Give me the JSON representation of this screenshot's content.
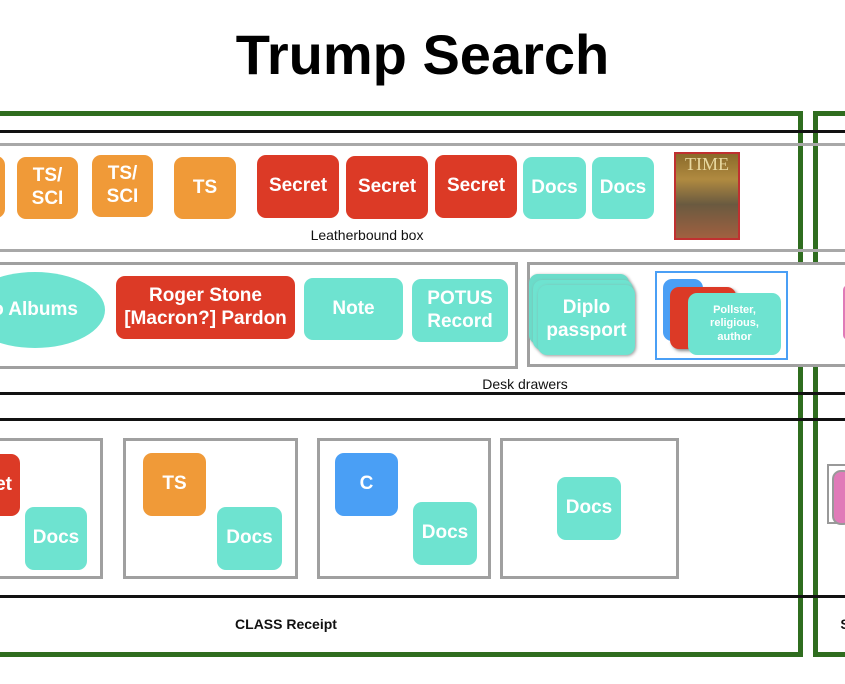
{
  "title": "Trump Search",
  "colors": {
    "top_secret": "#f09a38",
    "secret": "#dc3a26",
    "docs": "#6ee3d0",
    "confidential": "#4a9ff5",
    "container": "#2f6d1f"
  },
  "leatherbound": {
    "label": "Leatherbound box",
    "chips": [
      "TS/ SCI",
      "TS/ SCI",
      "TS",
      "Secret",
      "Secret",
      "Secret",
      "Docs",
      "Docs"
    ],
    "image_text": "TIME"
  },
  "desk": {
    "label": "Desk drawers",
    "albums": "o Albums",
    "stone": "Roger Stone [Macron?] Pardon",
    "note": "Note",
    "potus": "POTUS Record",
    "diplo": "Diplo passport",
    "pollster": "Pollster, religious, author"
  },
  "receipt": {
    "label": "CLASS Receipt",
    "b1_top": "et",
    "b1_docs": "Docs",
    "b2_top": "TS",
    "b2_docs": "Docs",
    "b3_top": "C",
    "b3_docs": "Docs",
    "b4_docs": "Docs",
    "right_label": "S"
  }
}
